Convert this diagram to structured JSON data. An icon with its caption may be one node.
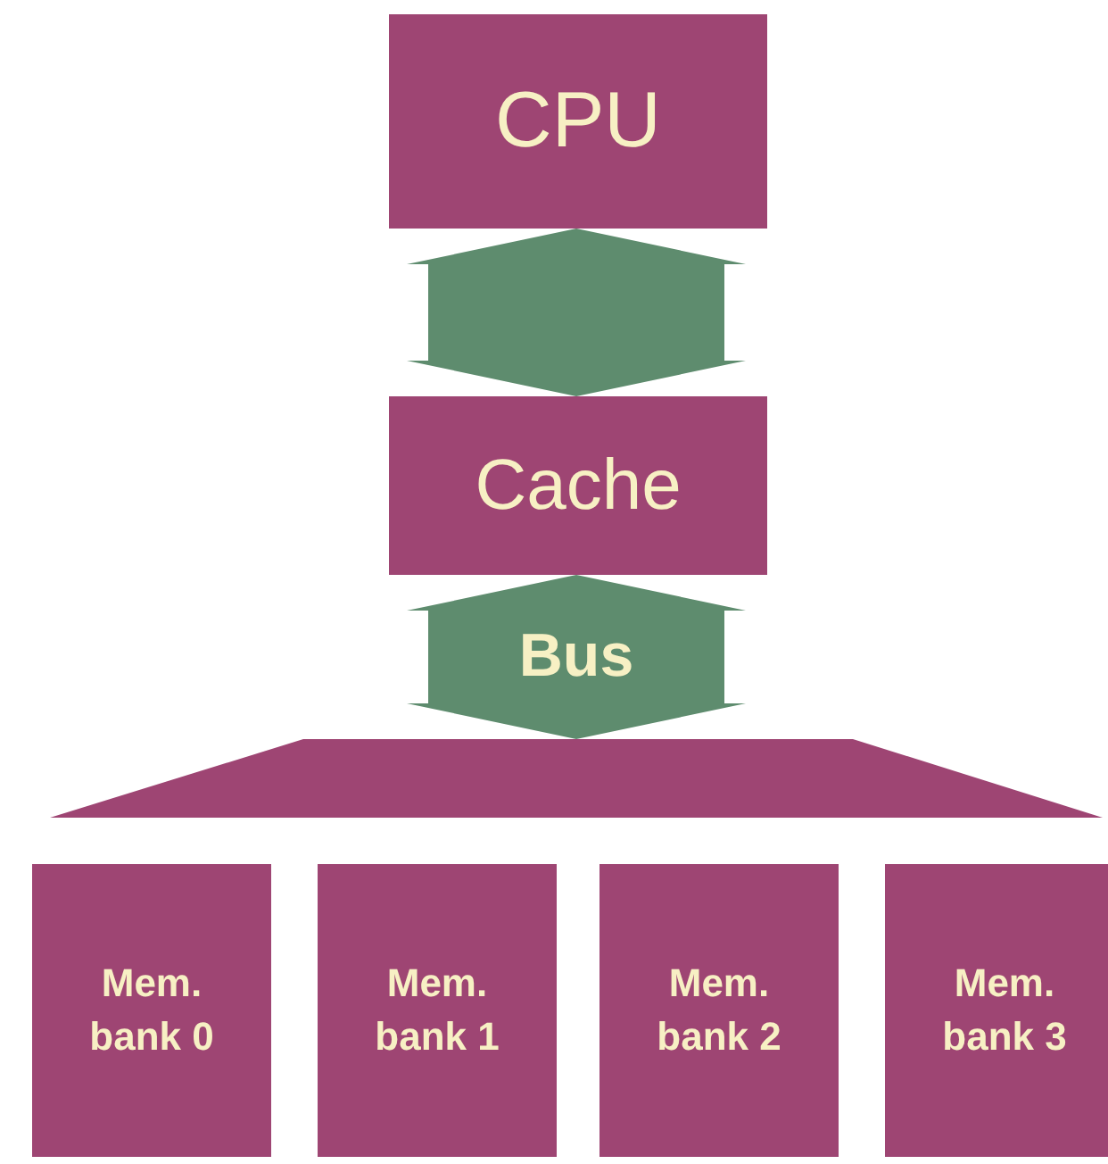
{
  "diagram": {
    "nodes": [
      {
        "text": [
          "CPU"
        ]
      },
      {
        "text": [
          "Cache"
        ]
      },
      {
        "text": [],
        "shape": "bar"
      },
      {
        "text": [
          "Mem. bank 0"
        ]
      },
      {
        "text": [
          "Mem. bank 1"
        ]
      },
      {
        "text": [
          "Mem. bank 2"
        ]
      },
      {
        "text": [
          "Mem. bank 3"
        ]
      }
    ],
    "edges": [
      {
        "from": 0,
        "to": 1,
        "arrow": "both"
      },
      {
        "from": 1,
        "to": 2,
        "arrow": "both",
        "label": "Bus"
      }
    ]
  }
}
